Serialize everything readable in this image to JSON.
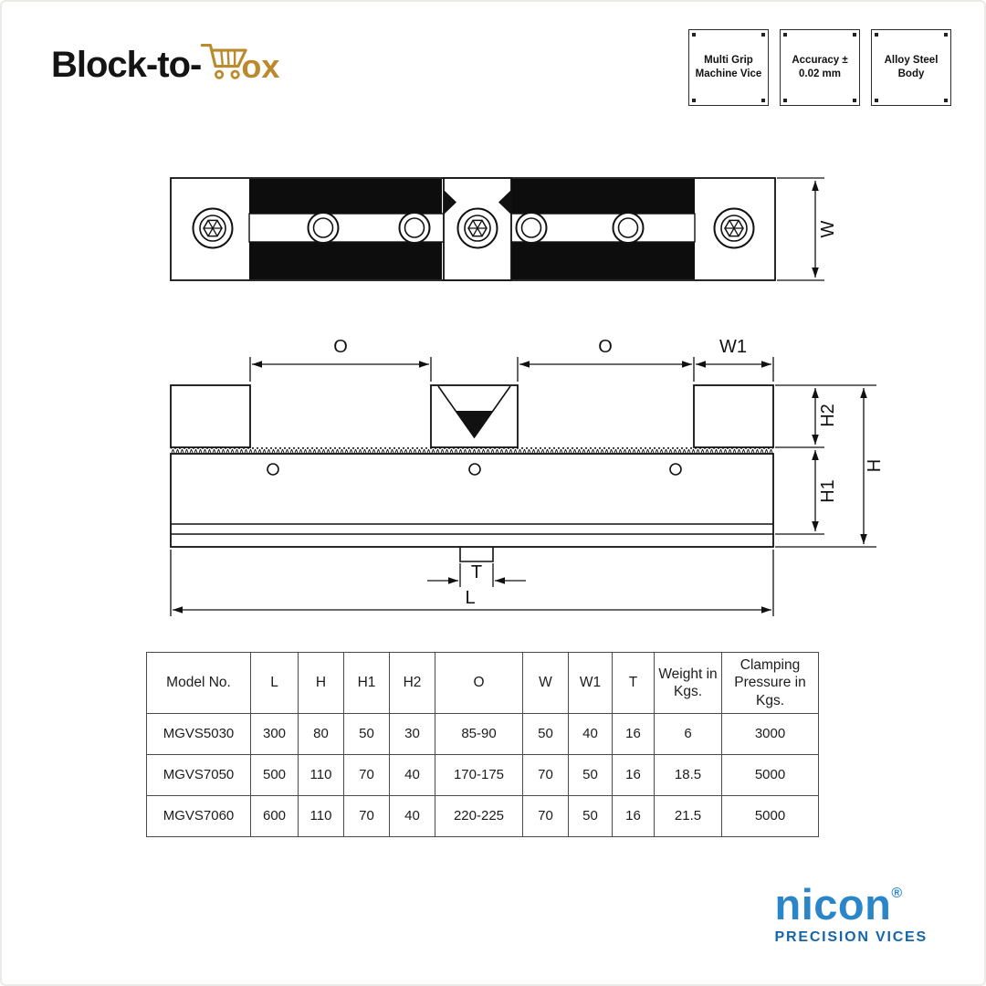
{
  "header": {
    "logo": {
      "prefix": "Block-to-",
      "suffix": "ox"
    },
    "badges": [
      "Multi Grip Machine Vice",
      "Accuracy ± 0.02 mm",
      "Alloy Steel Body"
    ]
  },
  "colors": {
    "brand_gold": "#bb8a2e",
    "nicon_blue": "#2b86c9",
    "nicon_dark_blue": "#1566a7",
    "line": "#111111"
  },
  "diagram": {
    "labels": {
      "w": "W",
      "o_left": "O",
      "o_right": "O",
      "w1": "W1",
      "h2": "H2",
      "h1": "H1",
      "h": "H",
      "t": "T",
      "l": "L"
    }
  },
  "table": {
    "headers": [
      "Model No.",
      "L",
      "H",
      "H1",
      "H2",
      "O",
      "W",
      "W1",
      "T",
      "Weight in Kgs.",
      "Clamping Pressure in Kgs."
    ],
    "rows": [
      [
        "MGVS5030",
        "300",
        "80",
        "50",
        "30",
        "85-90",
        "50",
        "40",
        "16",
        "6",
        "3000"
      ],
      [
        "MGVS7050",
        "500",
        "110",
        "70",
        "40",
        "170-175",
        "70",
        "50",
        "16",
        "18.5",
        "5000"
      ],
      [
        "MGVS7060",
        "600",
        "110",
        "70",
        "40",
        "220-225",
        "70",
        "50",
        "16",
        "21.5",
        "5000"
      ]
    ]
  },
  "footer": {
    "brand": "nicon",
    "reg": "®",
    "tagline": "PRECISION VICES"
  }
}
